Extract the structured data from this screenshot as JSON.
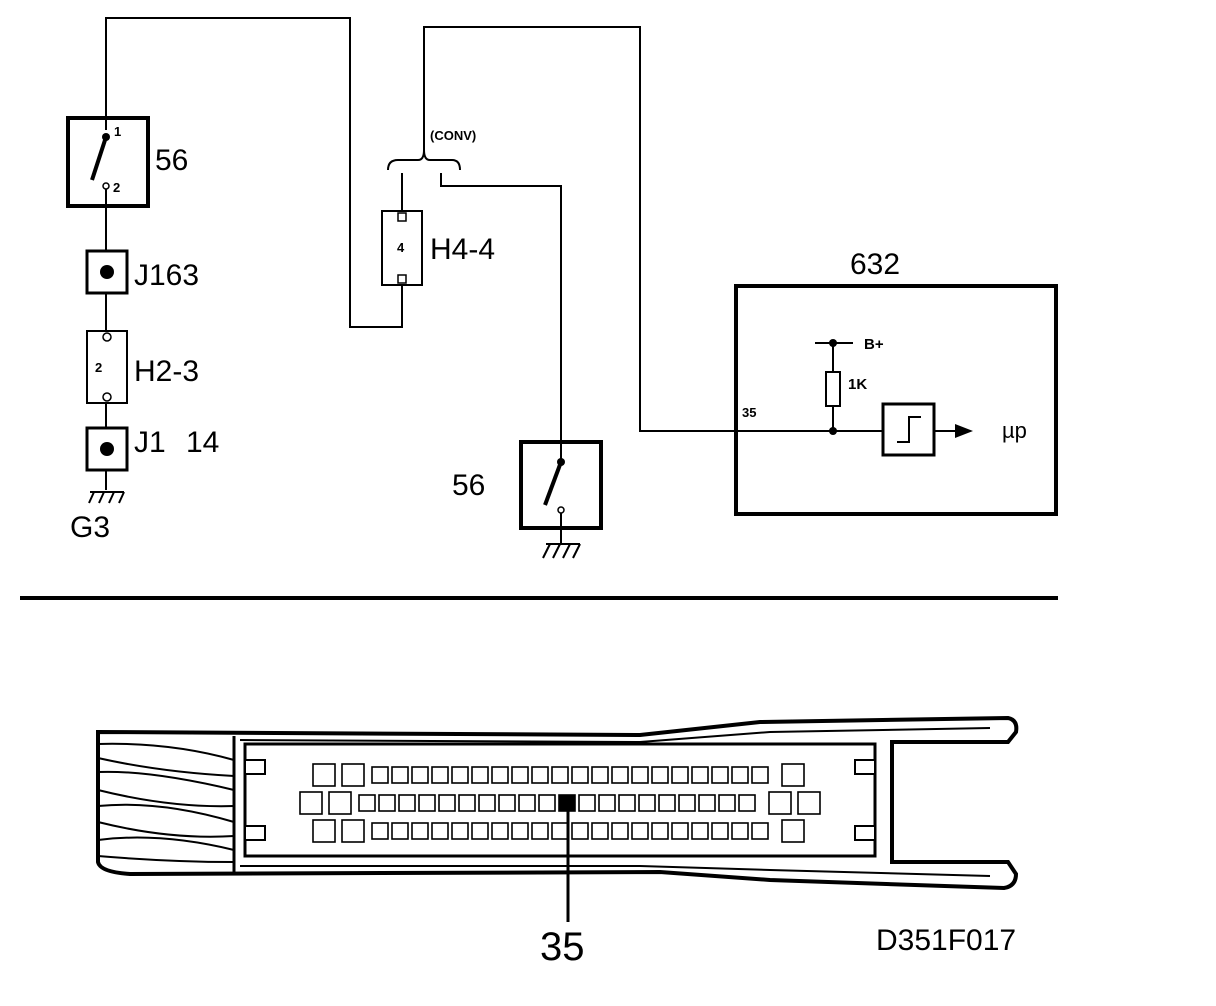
{
  "labels": {
    "switch_top": "56",
    "switch_top_pin1": "1",
    "switch_top_pin2": "2",
    "j163": "J163",
    "h2_3": "H2-3",
    "h2_3_pin": "2",
    "j1": "J1",
    "j1_num": "14",
    "g3": "G3",
    "conv": "(CONV)",
    "h4_4": "H4-4",
    "h4_4_pin": "4",
    "switch_bottom": "56",
    "ecu": "632",
    "b_plus": "B+",
    "resistor": "1K",
    "pin35": "35",
    "micro": "µp",
    "connector_pin": "35",
    "figure_code": "D351F017"
  }
}
